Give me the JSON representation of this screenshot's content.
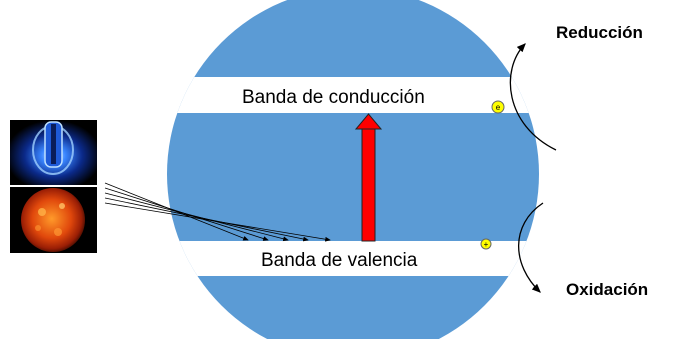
{
  "diagram": {
    "conduction_band_label": "Banda de conducción",
    "valence_band_label": "Banda de valencia",
    "reduction_label": "Reducción",
    "oxidation_label": "Oxidación",
    "electron_symbol": "e",
    "hole_symbol": "+",
    "light_sources": [
      "uv-lamp",
      "sun"
    ],
    "colors": {
      "particle": "#5b9bd5",
      "excitation_arrow": "#ff0000",
      "electron": "#ffff00"
    }
  }
}
